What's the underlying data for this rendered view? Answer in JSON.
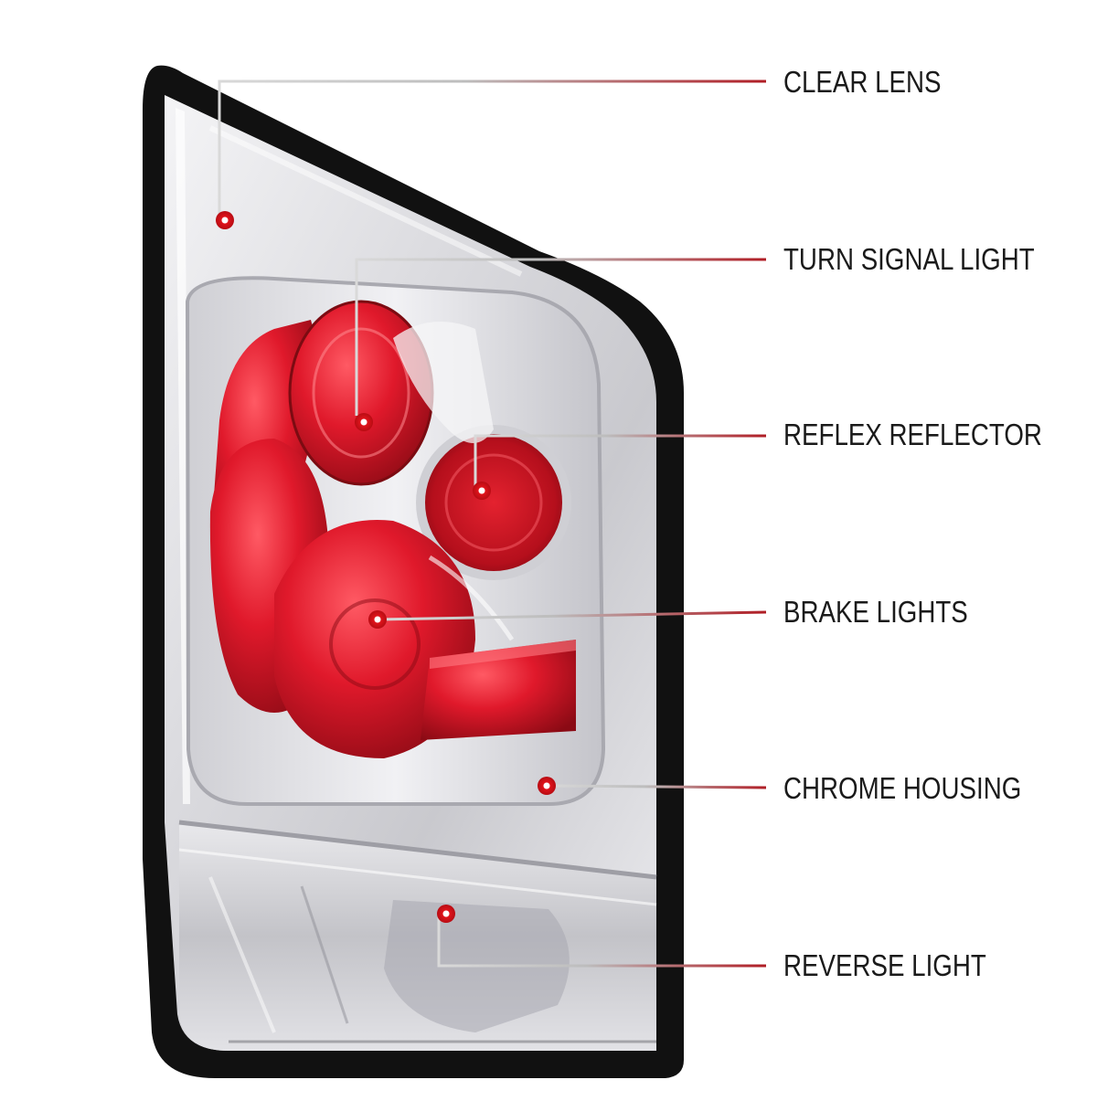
{
  "callouts": [
    {
      "label": "CLEAR LENS"
    },
    {
      "label": "TURN SIGNAL LIGHT"
    },
    {
      "label": "REFLEX REFLECTOR"
    },
    {
      "label": "BRAKE LIGHTS"
    },
    {
      "label": "CHROME HOUSING"
    },
    {
      "label": "REVERSE LIGHT"
    }
  ],
  "colors": {
    "leader_line": "#b01d25",
    "marker_dot": "#d8141c",
    "lens_red": "#c8102e",
    "chrome": "#d9d9dc",
    "housing_black": "#111111",
    "label_text": "#1a1a1a"
  }
}
